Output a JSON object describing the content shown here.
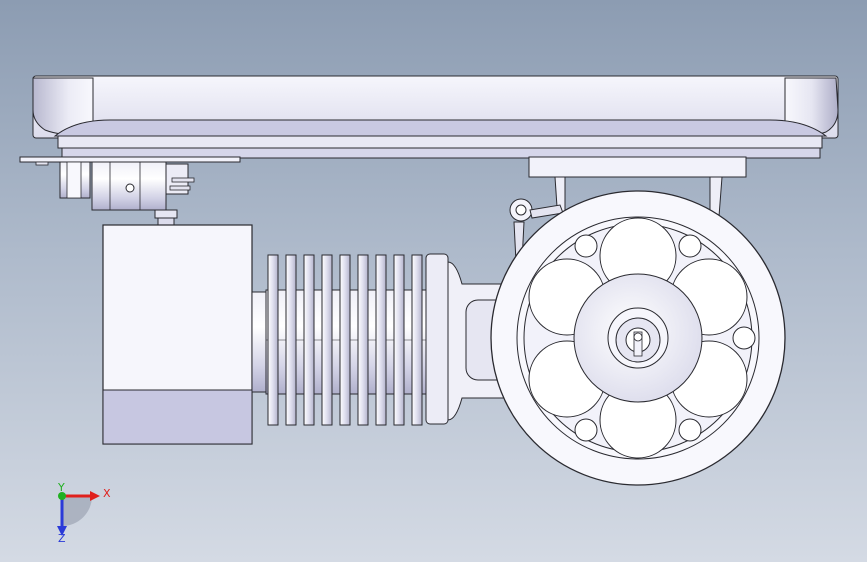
{
  "viewport": {
    "background_top": "#8c9cb2",
    "background_bottom": "#d4dae4"
  },
  "model": {
    "line_color": "#2a2a30",
    "face_light": "#f4f4fb",
    "face_mid": "#e2e2ee",
    "face_lavender": "#cfcfe6",
    "face_shadow": "#b9b9d2"
  },
  "triad": {
    "x_label": "X",
    "y_label": "Y",
    "z_label": "Z",
    "x_color": "#e0201c",
    "y_color": "#21b021",
    "z_color": "#2a3ad8"
  }
}
